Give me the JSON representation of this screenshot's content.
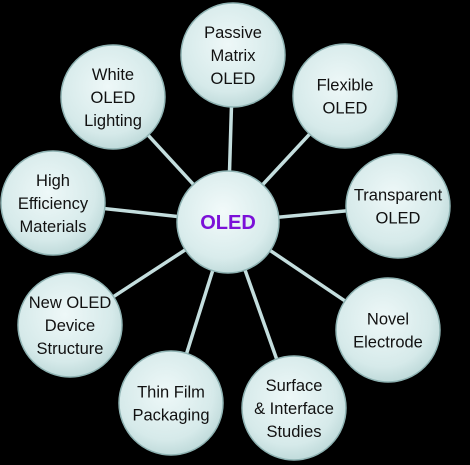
{
  "diagram": {
    "center": {
      "label": "OLED",
      "label_color": "#7b10d8"
    },
    "nodes": [
      {
        "id": "passive-matrix-oled",
        "lines": [
          "Passive",
          "Matrix",
          "OLED"
        ]
      },
      {
        "id": "flexible-oled",
        "lines": [
          "Flexible",
          "OLED"
        ]
      },
      {
        "id": "transparent-oled",
        "lines": [
          "Transparent",
          "OLED"
        ]
      },
      {
        "id": "novel-electrode",
        "lines": [
          "Novel",
          "Electrode"
        ]
      },
      {
        "id": "surface-interface-studies",
        "lines": [
          "Surface",
          "& Interface",
          "Studies"
        ]
      },
      {
        "id": "thin-film-packaging",
        "lines": [
          "Thin Film",
          "Packaging"
        ]
      },
      {
        "id": "new-oled-device-structure",
        "lines": [
          "New OLED",
          "Device",
          "Structure"
        ]
      },
      {
        "id": "high-efficiency-materials",
        "lines": [
          "High",
          "Efficiency",
          "Materials"
        ]
      },
      {
        "id": "white-oled-lighting",
        "lines": [
          "White",
          "OLED",
          "Lighting"
        ]
      }
    ],
    "colors": {
      "background": "#000000",
      "node_fill": "#d9ecec",
      "connector": "#c4dede"
    }
  }
}
